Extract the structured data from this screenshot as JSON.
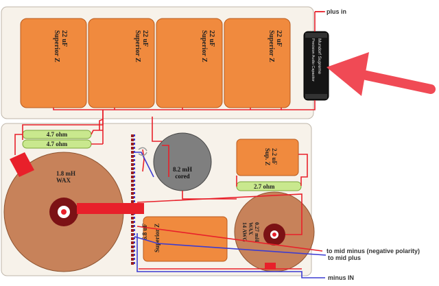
{
  "capacitors_top": [
    {
      "value": "22 uF",
      "brand": "Superior Z"
    },
    {
      "value": "22 uF",
      "brand": "Superior Z"
    },
    {
      "value": "22 uF",
      "brand": "Superior Z"
    },
    {
      "value": "22 uF",
      "brand": "Superior Z"
    }
  ],
  "small_cap": {
    "line1": "Mundorf Supreme",
    "line2": "Precision Audio Capacitor"
  },
  "resistors": [
    {
      "label": "4.7 ohm"
    },
    {
      "label": "4.7 ohm"
    },
    {
      "label": "2.7 ohm"
    }
  ],
  "inductors": {
    "big": {
      "value": "1.8 mH",
      "type": "WAX"
    },
    "cored": {
      "value": "8.2 mH",
      "type": "cored"
    },
    "small": {
      "value": "0.27 mH",
      "type": "WAX",
      "gauge": "14 AWG"
    }
  },
  "cap_right": {
    "value": "2.2 uF",
    "brand": "Sup. Z"
  },
  "cap_bottom": {
    "value": "6.8 uF",
    "brand": "Superior Z"
  },
  "wire_labels": {
    "plus_in": "plus in",
    "mid_minus": "to mid minus (negative polarity)",
    "mid_plus": "to mid plus",
    "minus_in": "minus IN"
  },
  "colors": {
    "board": "#f7f2ea",
    "capacitor": "#f08a3e",
    "resistor": "#c9e88e",
    "inductor": "#c7825a",
    "cored": "#7f7f7f",
    "wire_red": "#e8202a",
    "wire_blue": "#3b3bd1",
    "arrow": "#f04a55"
  }
}
